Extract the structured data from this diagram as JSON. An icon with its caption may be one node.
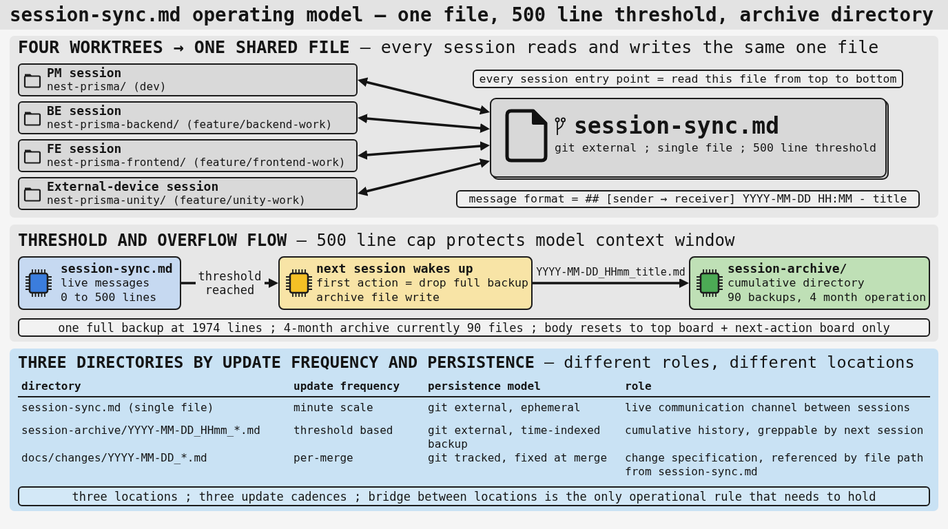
{
  "diagram": {
    "title": "session-sync.md operating model — one file, 500 line threshold, archive directory",
    "nodes": [
      {
        "text": [
          "**FOUR WORKTREES → ONE SHARED FILE** — every session reads and writes the same one file"
        ]
      },
      {
        "text": [
          "PM session",
          "nest-prisma/ (dev)"
        ],
        "in": 0
      },
      {
        "text": [
          "BE session",
          "nest-prisma-backend/ (feature/backend-work)"
        ],
        "in": 0
      },
      {
        "text": [
          "FE session",
          "nest-prisma-frontend/ (feature/frontend-work)"
        ],
        "in": 0
      },
      {
        "text": [
          "External-device session",
          "nest-prisma-unity/ (feature/unity-work)"
        ],
        "in": 0
      },
      {
        "text": [
          "every session entry point = read this file from top to bottom"
        ],
        "in": 0
      },
      {
        "text": [
          "session-sync.md",
          "git external ; single file ; 500 line threshold"
        ],
        "in": 0
      },
      {
        "text": [
          "message format = ## [sender → receiver] YYYY-MM-DD HH:MM - title"
        ],
        "in": 0
      },
      {
        "text": [
          "**THRESHOLD AND OVERFLOW FLOW** — 500 line cap protects model context window"
        ]
      },
      {
        "text": [
          "session-sync.md",
          "live messages",
          "0 to 500 lines"
        ],
        "in": 8
      },
      {
        "text": [
          "next session wakes up",
          "first action = drop full backup",
          "archive file write"
        ],
        "in": 8
      },
      {
        "text": [
          "session-archive/",
          "cumulative directory",
          "90 backups, 4 month operation"
        ],
        "in": 8
      },
      {
        "text": [
          "one full backup at 1974 lines ; 4-month archive currently 90 files ; body resets to top board + next-action board only"
        ],
        "in": 8
      },
      {
        "text": [
          "**THREE DIRECTORIES BY UPDATE FREQUENCY AND PERSISTENCE** — different roles, different locations"
        ]
      },
      {
        "text": [
          "three locations ; three update cadences ; bridge between locations is the only operational rule that needs to hold"
        ],
        "in": 13
      }
    ],
    "edges": [
      {
        "from": 1,
        "to": 6,
        "arrow": "both"
      },
      {
        "from": 2,
        "to": 6,
        "arrow": "both"
      },
      {
        "from": 3,
        "to": 6,
        "arrow": "both"
      },
      {
        "from": 4,
        "to": 6,
        "arrow": "both"
      },
      {
        "from": 9,
        "to": 10,
        "arrow": "to",
        "label": "threshold reached"
      },
      {
        "from": 10,
        "to": 11,
        "arrow": "to",
        "label": "YYYY-MM-DD_HHmm_title.md"
      }
    ],
    "labels": [
      "directory",
      "update frequency",
      "persistence model",
      "role",
      "session-sync.md (single file)",
      "minute scale",
      "git external, ephemeral",
      "live communication channel between sessions",
      "session-archive/YYYY-MM-DD_HHmm_*.md",
      "threshold based",
      "git external, time-indexed backup",
      "cumulative history, greppable by next session",
      "docs/changes/YYYY-MM-DD_*.md",
      "per-merge",
      "git tracked, fixed at merge",
      "change specification, referenced by file path from session-sync.md"
    ]
  }
}
